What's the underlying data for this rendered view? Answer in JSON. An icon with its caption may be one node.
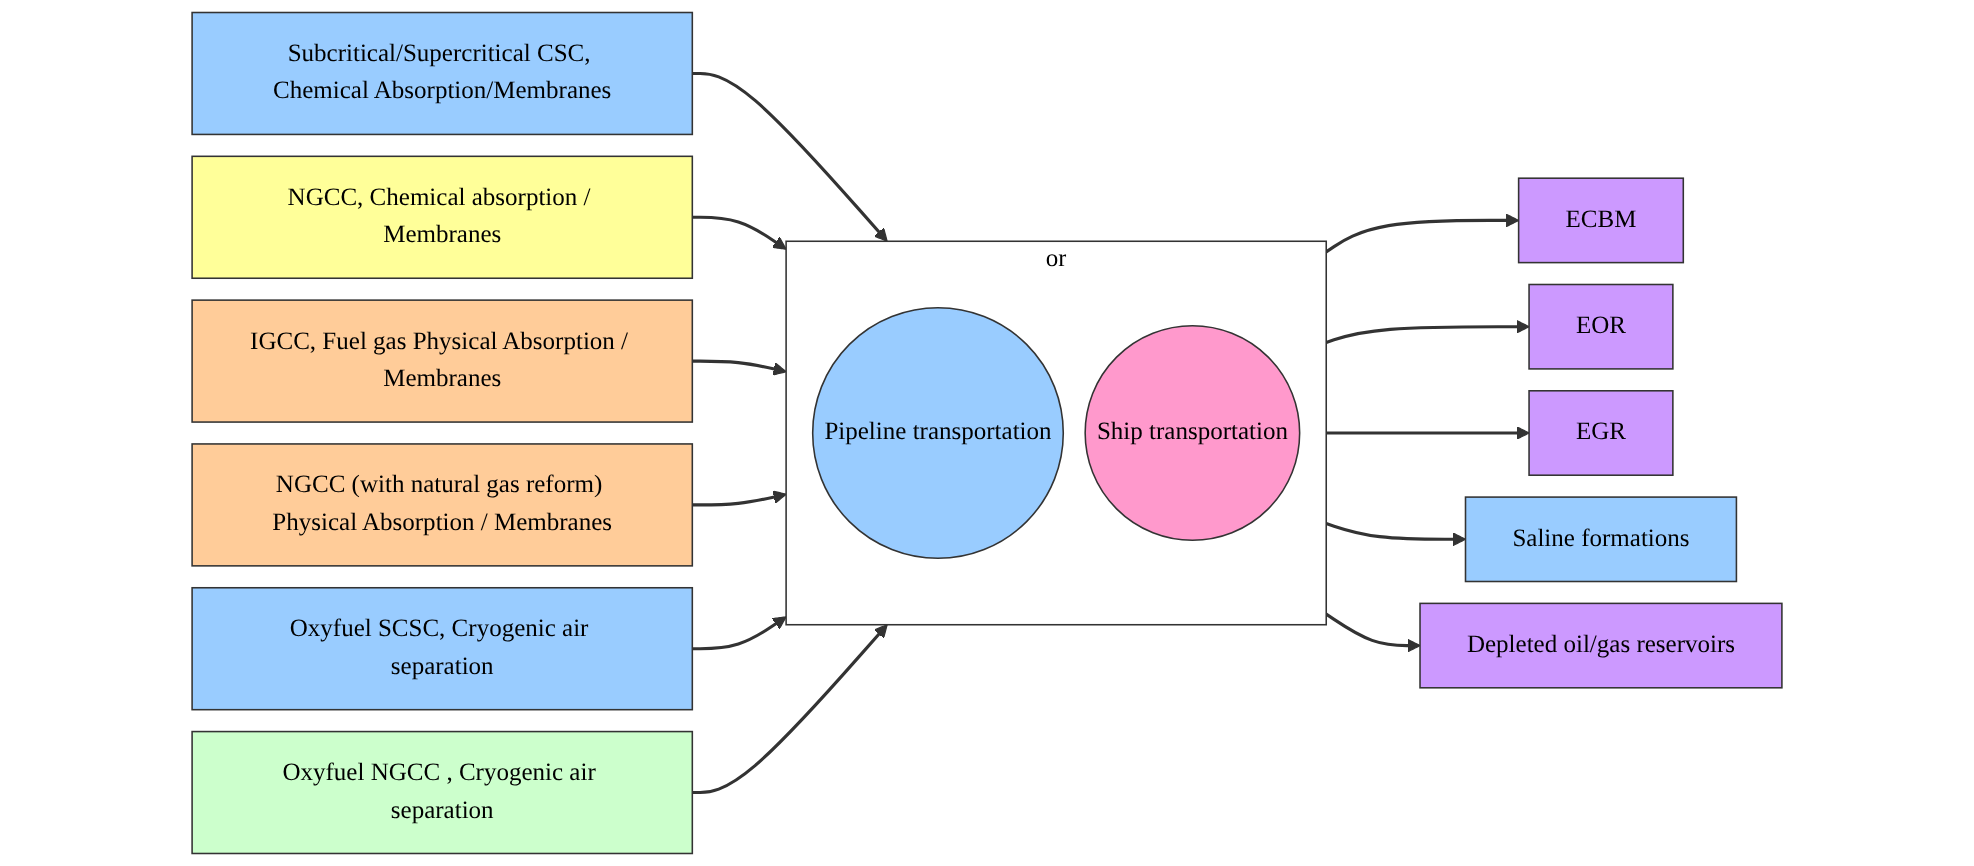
{
  "diagram": {
    "nodes": [
      {
        "text": [
          "Subcritical/Supercritical CSC, Chemical Absorption/Membranes"
        ]
      },
      {
        "text": [
          "NGCC, Chemical absorption / Membranes"
        ]
      },
      {
        "text": [
          "IGCC, Fuel gas Physical Absorption / Membranes"
        ]
      },
      {
        "text": [
          "NGCC (with natural gas reform) Physical Absorption / Membranes"
        ]
      },
      {
        "text": [
          "Oxyfuel SCSC, Cryogenic air separation"
        ]
      },
      {
        "text": [
          "Oxyfuel NGCC , Cryogenic air separation"
        ]
      },
      {
        "text": [
          "or"
        ]
      },
      {
        "text": [
          "Pipeline transportation"
        ],
        "in": 6
      },
      {
        "text": [
          "Ship transportation"
        ],
        "in": 6
      },
      {
        "text": [
          "ECBM"
        ]
      },
      {
        "text": [
          "EOR"
        ]
      },
      {
        "text": [
          "EGR"
        ]
      },
      {
        "text": [
          "Saline formations"
        ]
      },
      {
        "text": [
          "Depleted oil/gas reservoirs"
        ]
      }
    ],
    "edges": [
      {
        "from": 0,
        "to": 6,
        "arrow": "to"
      },
      {
        "from": 1,
        "to": 6,
        "arrow": "to"
      },
      {
        "from": 2,
        "to": 6,
        "arrow": "to"
      },
      {
        "from": 3,
        "to": 6,
        "arrow": "to"
      },
      {
        "from": 4,
        "to": 6,
        "arrow": "to"
      },
      {
        "from": 5,
        "to": 6,
        "arrow": "to"
      },
      {
        "from": 6,
        "to": 9,
        "arrow": "to"
      },
      {
        "from": 6,
        "to": 10,
        "arrow": "to"
      },
      {
        "from": 6,
        "to": 11,
        "arrow": "to"
      },
      {
        "from": 6,
        "to": 12,
        "arrow": "to"
      },
      {
        "from": 6,
        "to": 13,
        "arrow": "to"
      }
    ]
  }
}
